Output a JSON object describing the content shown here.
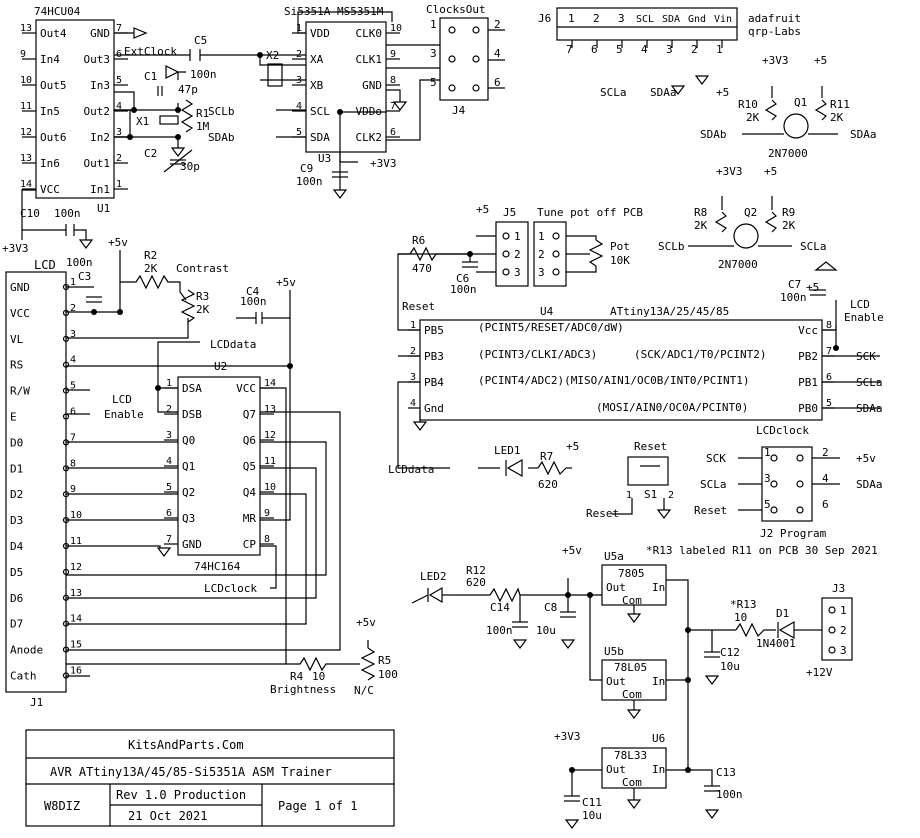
{
  "title_block": {
    "company": "KitsAndParts.Com",
    "project": "AVR ATtiny13A/45/85-Si5351A ASM Trainer",
    "author": "W8DIZ",
    "revision": "Rev 1.0 Production",
    "date": "21 Oct 2021",
    "page": "Page 1 of 1"
  },
  "u1": {
    "name": "74HCU04",
    "ref": "U1",
    "left_pins": [
      {
        "num": "13",
        "label": "Out4"
      },
      {
        "num": "9",
        "label": "In4"
      },
      {
        "num": "10",
        "label": "Out5"
      },
      {
        "num": "11",
        "label": "In5"
      },
      {
        "num": "12",
        "label": "Out6"
      },
      {
        "num": "13",
        "label": "In6"
      },
      {
        "num": "14",
        "label": "VCC"
      }
    ],
    "right_pins": [
      {
        "num": "7",
        "label": "GND"
      },
      {
        "num": "6",
        "label": "Out3"
      },
      {
        "num": "5",
        "label": "In3"
      },
      {
        "num": "4",
        "label": "Out2"
      },
      {
        "num": "3",
        "label": "In2"
      },
      {
        "num": "2",
        "label": "Out1"
      },
      {
        "num": "1",
        "label": "In1"
      }
    ]
  },
  "u3": {
    "name": "Si5351A-MS5351M",
    "ref": "U3",
    "left_pins": [
      {
        "num": "1",
        "label": "VDD"
      },
      {
        "num": "2",
        "label": "XA"
      },
      {
        "num": "3",
        "label": "XB"
      },
      {
        "num": "4",
        "label": "SCL"
      },
      {
        "num": "5",
        "label": "SDA"
      }
    ],
    "right_pins": [
      {
        "num": "10",
        "label": "CLK0"
      },
      {
        "num": "9",
        "label": "CLK1"
      },
      {
        "num": "8",
        "label": "GND"
      },
      {
        "num": "7",
        "label": "VDDo"
      },
      {
        "num": "6",
        "label": "CLK2"
      }
    ]
  },
  "u2": {
    "name": "74HC164",
    "ref": "U2",
    "left_pins": [
      {
        "num": "1",
        "label": "DSA"
      },
      {
        "num": "2",
        "label": "DSB"
      },
      {
        "num": "3",
        "label": "Q0"
      },
      {
        "num": "4",
        "label": "Q1"
      },
      {
        "num": "5",
        "label": "Q2"
      },
      {
        "num": "6",
        "label": "Q3"
      },
      {
        "num": "7",
        "label": "GND"
      }
    ],
    "right_pins": [
      {
        "num": "14",
        "label": "VCC"
      },
      {
        "num": "13",
        "label": "Q7"
      },
      {
        "num": "12",
        "label": "Q6"
      },
      {
        "num": "11",
        "label": "Q5"
      },
      {
        "num": "10",
        "label": "Q4"
      },
      {
        "num": "9",
        "label": "MR"
      },
      {
        "num": "8",
        "label": "CP"
      }
    ]
  },
  "u4": {
    "name": "ATtiny13A/25/45/85",
    "ref": "U4",
    "left_pins": [
      {
        "num": "1",
        "label": "PB5"
      },
      {
        "num": "2",
        "label": "PB3"
      },
      {
        "num": "3",
        "label": "PB4"
      },
      {
        "num": "4",
        "label": "Gnd"
      }
    ],
    "right_pins": [
      {
        "num": "8",
        "label": "Vcc"
      },
      {
        "num": "7",
        "label": "PB2"
      },
      {
        "num": "6",
        "label": "PB1"
      },
      {
        "num": "5",
        "label": "PB0"
      }
    ],
    "functions": [
      "(PCINT5/RESET/ADC0/dW)",
      "(PCINT3/CLKI/ADC3)",
      "(PCINT4/ADC2)(MISO/AIN1/OC0B/INT0/PCINT1)",
      "(SCK/ADC1/T0/PCINT2)",
      "(MOSI/AIN0/OC0A/PCINT0)"
    ]
  },
  "j1": {
    "title": "LCD",
    "ref": "J1",
    "pins": [
      {
        "num": "1",
        "label": "GND"
      },
      {
        "num": "2",
        "label": "VCC"
      },
      {
        "num": "3",
        "label": "VL"
      },
      {
        "num": "4",
        "label": "RS"
      },
      {
        "num": "5",
        "label": "R/W"
      },
      {
        "num": "6",
        "label": "E"
      },
      {
        "num": "7",
        "label": "D0"
      },
      {
        "num": "8",
        "label": "D1"
      },
      {
        "num": "9",
        "label": "D2"
      },
      {
        "num": "10",
        "label": "D3"
      },
      {
        "num": "11",
        "label": "D4"
      },
      {
        "num": "12",
        "label": "D5"
      },
      {
        "num": "13",
        "label": "D6"
      },
      {
        "num": "14",
        "label": "D7"
      },
      {
        "num": "15",
        "label": "Anode"
      },
      {
        "num": "16",
        "label": "Cath"
      }
    ]
  },
  "j6": {
    "ref": "J6",
    "top_nums": [
      "1",
      "2",
      "3"
    ],
    "top_labels": [
      "SCL",
      "SDA",
      "Gnd",
      "Vin"
    ],
    "bottom_nums": [
      "7",
      "6",
      "5",
      "4",
      "3",
      "2",
      "1"
    ],
    "side": "adafruit",
    "side2": "qrp-Labs"
  },
  "j4": {
    "ref": "J4",
    "title": "ClocksOut",
    "left": [
      "1",
      "3",
      "5"
    ],
    "right": [
      "2",
      "4",
      "6"
    ]
  },
  "j5": {
    "ref": "J5",
    "title": "Tune pot off PCB",
    "pins": [
      "1",
      "2",
      "3"
    ]
  },
  "j2": {
    "ref": "J2 Program",
    "left": [
      "1",
      "3",
      "5"
    ],
    "right": [
      "2",
      "4",
      "6"
    ],
    "left_labels": [
      "SCK",
      "SCLa",
      "Reset"
    ],
    "right_labels": [
      "+5v",
      "SDAa",
      ""
    ]
  },
  "j3": {
    "ref": "J3",
    "pins": [
      "1",
      "2",
      "3"
    ],
    "supply": "+12V"
  },
  "parts": {
    "c1": "C1",
    "c1v": "47p",
    "c2": "C2",
    "c2v": "30p",
    "c3": "C3",
    "c3v": "100n",
    "c4": "C4",
    "c4v": "100n",
    "c5": "C5",
    "c5v": "100n",
    "c6": "C6",
    "c6v": "100n",
    "c7": "C7",
    "c7v": "100n",
    "c8": "C8",
    "c8v": "10u",
    "c9": "C9",
    "c9v": "100n",
    "c10": "C10",
    "c10v": "100n",
    "c11": "C11",
    "c11v": "10u",
    "c12": "C12",
    "c12v": "10u",
    "c13": "C13",
    "c13v": "100n",
    "c14": "C14",
    "c14v": "100n",
    "r1": "R1",
    "r1v": "1M",
    "r2": "R2",
    "r2v": "2K",
    "r3": "R3",
    "r3v": "2K",
    "r4": "R4",
    "r4v": "10",
    "r5": "R5",
    "r5v": "100",
    "r6": "R6",
    "r6v": "470",
    "r7": "R7",
    "r7v": "620",
    "r8": "R8",
    "r8v": "2K",
    "r9": "R9",
    "r9v": "2K",
    "r10": "R10",
    "r10v": "2K",
    "r11": "R11",
    "r11v": "2K",
    "r12": "R12",
    "r12v": "620",
    "r13": "*R13",
    "r13v": "10",
    "x1": "X1",
    "x2": "X2",
    "q1": "Q1",
    "q2": "Q2",
    "qtype": "2N7000",
    "q2type": "2N7000",
    "d1": "D1",
    "d1v": "1N4001",
    "led1": "LED1",
    "led2": "LED2",
    "s1": "S1",
    "pot": "Pot",
    "potv": "10K",
    "u5a": "U5a",
    "u5a_name": "7805",
    "u5b": "U5b",
    "u5b_name": "78L05",
    "u6": "U6",
    "u6_name": "78L33",
    "out": "Out",
    "in": "In",
    "com": "Com"
  },
  "labels": {
    "extclock": "ExtClock",
    "contrast": "Contrast",
    "brightness": "Brightness",
    "nc": "N/C",
    "lcddata": "LCDdata",
    "lcdclock": "LCDclock",
    "lcd_enable1": "LCD",
    "lcd_enable2": "Enable",
    "lcd_en_a": "LCD",
    "lcd_en_b": "Enable",
    "reset": "Reset",
    "reset_sw": "Reset",
    "p5": "+5",
    "p5v": "+5v",
    "p3v3": "+3V3",
    "sclb": "SCLb",
    "sdab": "SDAb",
    "scla": "SCLa",
    "sdaa": "SDAa",
    "sck": "SCK",
    "note": "*R13 labeled R11 on PCB 30 Sep 2021",
    "p12": "+12V"
  }
}
